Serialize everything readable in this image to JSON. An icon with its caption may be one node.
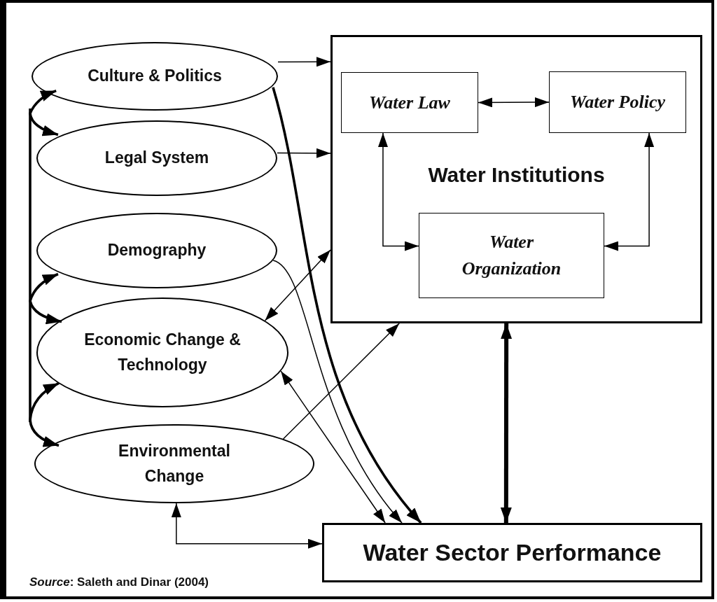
{
  "diagram": {
    "nodes": [
      {
        "text": [
          "Culture & Politics"
        ]
      },
      {
        "text": [
          "Legal System"
        ]
      },
      {
        "text": [
          "Demography"
        ]
      },
      {
        "text": [
          "Economic Change & Technology"
        ]
      },
      {
        "text": [
          "Environmental Change"
        ]
      },
      {
        "text": [
          "Water Institutions"
        ]
      },
      {
        "text": [
          "Water Law"
        ],
        "in": 5
      },
      {
        "text": [
          "Water Policy"
        ],
        "in": 5
      },
      {
        "text": [
          "Water Organization"
        ],
        "in": 5
      },
      {
        "text": [
          "Water Sector Performance"
        ]
      }
    ],
    "edges": [
      {
        "from": 0,
        "to": 5,
        "arrow": "to"
      },
      {
        "from": 1,
        "to": 5,
        "arrow": "to"
      },
      {
        "from": 0,
        "to": 9,
        "arrow": "to",
        "style": "thick"
      },
      {
        "from": 2,
        "to": 9,
        "arrow": "to"
      },
      {
        "from": 3,
        "to": 5,
        "arrow": "both"
      },
      {
        "from": 3,
        "to": 9,
        "arrow": "both"
      },
      {
        "from": 4,
        "to": 5,
        "arrow": "to"
      },
      {
        "from": 4,
        "to": 9,
        "arrow": "both"
      },
      {
        "from": 5,
        "to": 9,
        "arrow": "both",
        "style": "thick"
      },
      {
        "from": 6,
        "to": 7,
        "arrow": "both"
      },
      {
        "from": 6,
        "to": 8,
        "arrow": "both"
      },
      {
        "from": 7,
        "to": 8,
        "arrow": "both"
      },
      {
        "from": 0,
        "to": 1,
        "arrow": "both",
        "style": "thick"
      },
      {
        "from": 2,
        "to": 3,
        "arrow": "both",
        "style": "thick"
      },
      {
        "from": 3,
        "to": 4,
        "arrow": "both",
        "style": "thick"
      }
    ],
    "labels": [
      "*Source*: Saleth and Dinar (2004)"
    ]
  }
}
